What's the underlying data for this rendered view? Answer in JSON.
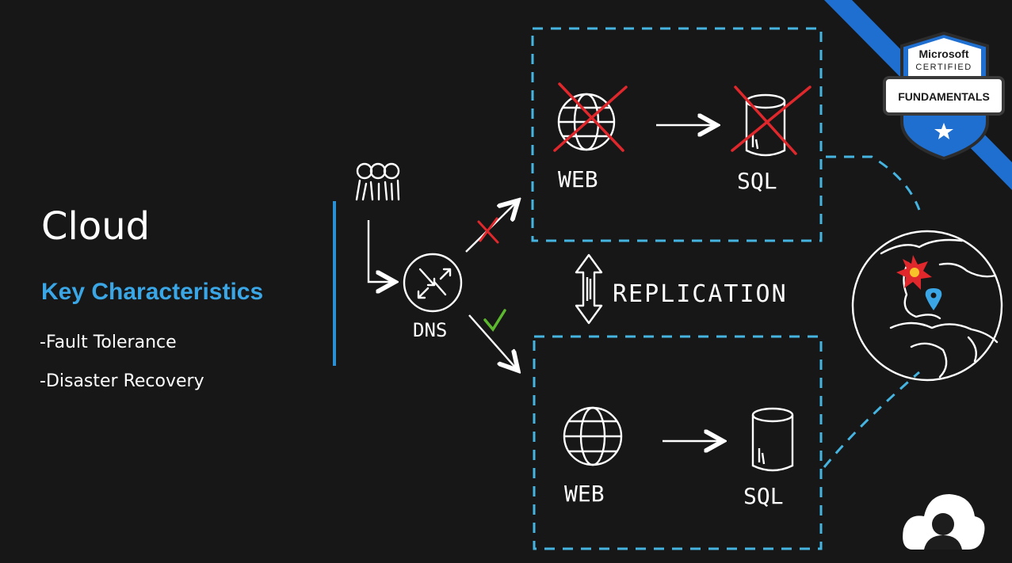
{
  "slide": {
    "title": "Cloud",
    "subtitle": "Key Characteristics",
    "bullets": [
      "-Fault Tolerance",
      "-Disaster Recovery"
    ]
  },
  "diagram": {
    "primary_region": {
      "web_label": "WEB",
      "sql_label": "SQL",
      "status": "failed"
    },
    "secondary_region": {
      "web_label": "WEB",
      "sql_label": "SQL",
      "status": "active"
    },
    "dns_label": "DNS",
    "replication_label": "REPLICATION",
    "icons": [
      "users-icon",
      "dns-router-icon",
      "globe-icon",
      "database-icon",
      "world-map-icon",
      "failure-burst-icon",
      "location-pin-icon",
      "cloud-avatar-icon"
    ]
  },
  "badge": {
    "line1": "Microsoft",
    "line2": "CERTIFIED",
    "line3": "FUNDAMENTALS"
  },
  "colors": {
    "background": "#171717",
    "accent_blue": "#3aa6e6",
    "dashed_box": "#46b4e0",
    "fail_red": "#e0282c",
    "ok_green": "#5cb82e",
    "badge_blue": "#1e6fd0"
  }
}
